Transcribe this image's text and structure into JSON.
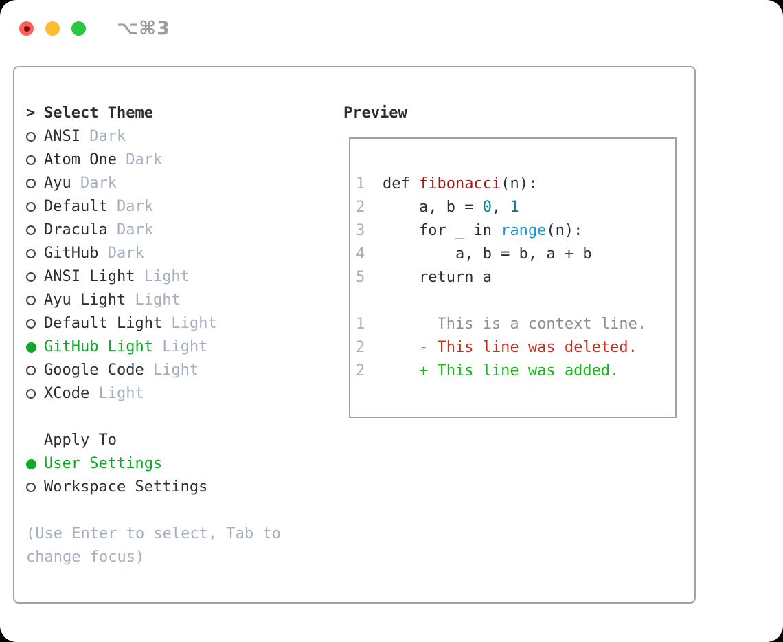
{
  "window": {
    "title": "⌥⌘3"
  },
  "colors": {
    "text": "#2b2e36",
    "muted": "#a6afc0",
    "ring": "#42464e",
    "green": "#0fa928",
    "border": "#9aa4b1",
    "title_gray": "#9b9ba0",
    "func_red": "#a31512",
    "number_teal": "#0c7f86",
    "builtin_blue": "#1b9bd6",
    "context_gray": "#8b9095",
    "deleted_red": "#c5301f",
    "added_green": "#12bb12",
    "traffic_red": "#ff5f57",
    "traffic_red_dot": "#7a100c",
    "traffic_yellow": "#febc2e",
    "traffic_green": "#28c840"
  },
  "theme_picker": {
    "header_marker": ">",
    "header": "Select Theme",
    "themes": [
      {
        "name": "ANSI",
        "variant": "Dark",
        "selected": false
      },
      {
        "name": "Atom One",
        "variant": "Dark",
        "selected": false
      },
      {
        "name": "Ayu",
        "variant": "Dark",
        "selected": false
      },
      {
        "name": "Default",
        "variant": "Dark",
        "selected": false
      },
      {
        "name": "Dracula",
        "variant": "Dark",
        "selected": false
      },
      {
        "name": "GitHub",
        "variant": "Dark",
        "selected": false
      },
      {
        "name": "ANSI Light",
        "variant": "Light",
        "selected": false
      },
      {
        "name": "Ayu Light",
        "variant": "Light",
        "selected": false
      },
      {
        "name": "Default Light",
        "variant": "Light",
        "selected": false
      },
      {
        "name": "GitHub Light",
        "variant": "Light",
        "selected": true
      },
      {
        "name": "Google Code",
        "variant": "Light",
        "selected": false
      },
      {
        "name": "XCode",
        "variant": "Light",
        "selected": false
      }
    ],
    "apply_to": {
      "header": "Apply To",
      "options": [
        {
          "label": "User Settings",
          "selected": true
        },
        {
          "label": "Workspace Settings",
          "selected": false
        }
      ]
    },
    "hint": "(Use Enter to select, Tab to change focus)"
  },
  "preview": {
    "label": "Preview",
    "code_lines": [
      {
        "num": "1",
        "segments": [
          [
            "def ",
            "plain"
          ],
          [
            "fibonacci",
            "func"
          ],
          [
            "(n):",
            "plain"
          ]
        ]
      },
      {
        "num": "2",
        "segments": [
          [
            "    a, b = ",
            "plain"
          ],
          [
            "0",
            "num"
          ],
          [
            ", ",
            "plain"
          ],
          [
            "1",
            "num"
          ]
        ]
      },
      {
        "num": "3",
        "segments": [
          [
            "    for _ in ",
            "plain"
          ],
          [
            "range",
            "builtin"
          ],
          [
            "(n):",
            "plain"
          ]
        ]
      },
      {
        "num": "4",
        "segments": [
          [
            "        a, b = b, a + b",
            "plain"
          ]
        ]
      },
      {
        "num": "5",
        "segments": [
          [
            "    return a",
            "plain"
          ]
        ]
      },
      {
        "num": "",
        "segments": []
      },
      {
        "num": "1",
        "segments": [
          [
            "      This is a context line.",
            "context"
          ]
        ]
      },
      {
        "num": "2",
        "segments": [
          [
            "    - This line was deleted.",
            "deleted"
          ]
        ]
      },
      {
        "num": "2",
        "segments": [
          [
            "    + This line was added.",
            "added"
          ]
        ]
      }
    ]
  }
}
